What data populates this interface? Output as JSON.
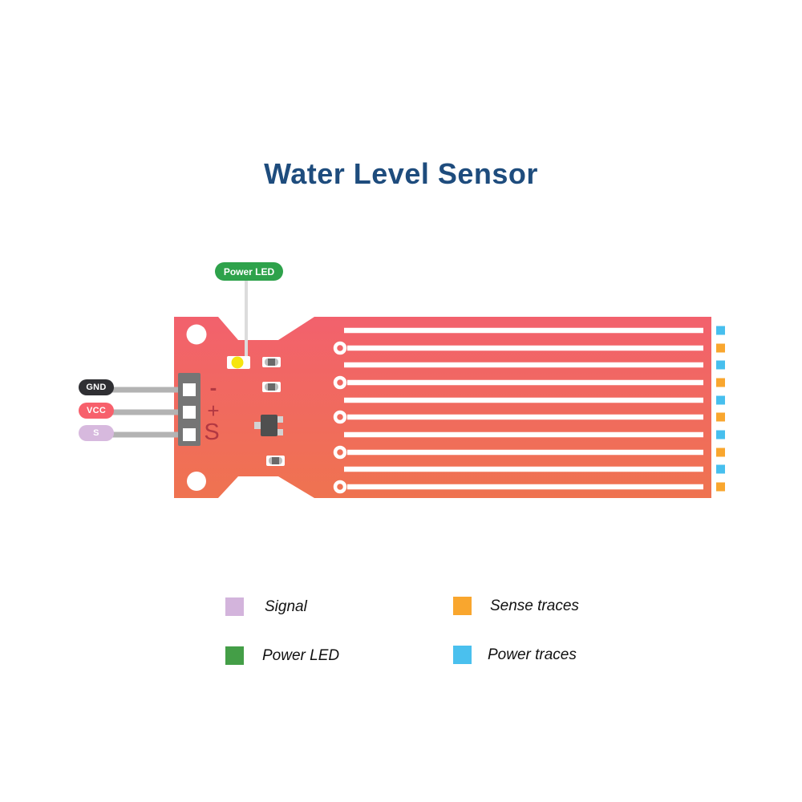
{
  "title": "Water Level Sensor",
  "colors": {
    "title": "#1e4c7d",
    "board_top": "#f2616d",
    "board_bottom": "#ef7350",
    "trace": "#ffffff",
    "power_trace_marker": "#47bfee",
    "sense_trace_marker": "#f9a62e",
    "silkscreen": "#b23842",
    "power_led_callout": "#2ea24b",
    "led_yellow": "#f6e50f"
  },
  "board": {
    "power_led_callout": "Power LED",
    "silkscreen_marks": [
      "-",
      "+",
      "S"
    ],
    "connector_pins": [
      {
        "label": "GND",
        "color": "#2f2f33"
      },
      {
        "label": "VCC",
        "color": "#f7606c"
      },
      {
        "label": "S",
        "color": "#d7b9de"
      }
    ],
    "traces": [
      "power",
      "sense",
      "power",
      "sense",
      "power",
      "sense",
      "power",
      "sense",
      "power",
      "sense"
    ]
  },
  "legend": [
    {
      "label": "Signal",
      "color": "#d3b4dc"
    },
    {
      "label": "Power LED",
      "color": "#449e47"
    },
    {
      "label": "Sense traces",
      "color": "#f9a62e"
    },
    {
      "label": "Power traces",
      "color": "#4ac0ee"
    }
  ]
}
